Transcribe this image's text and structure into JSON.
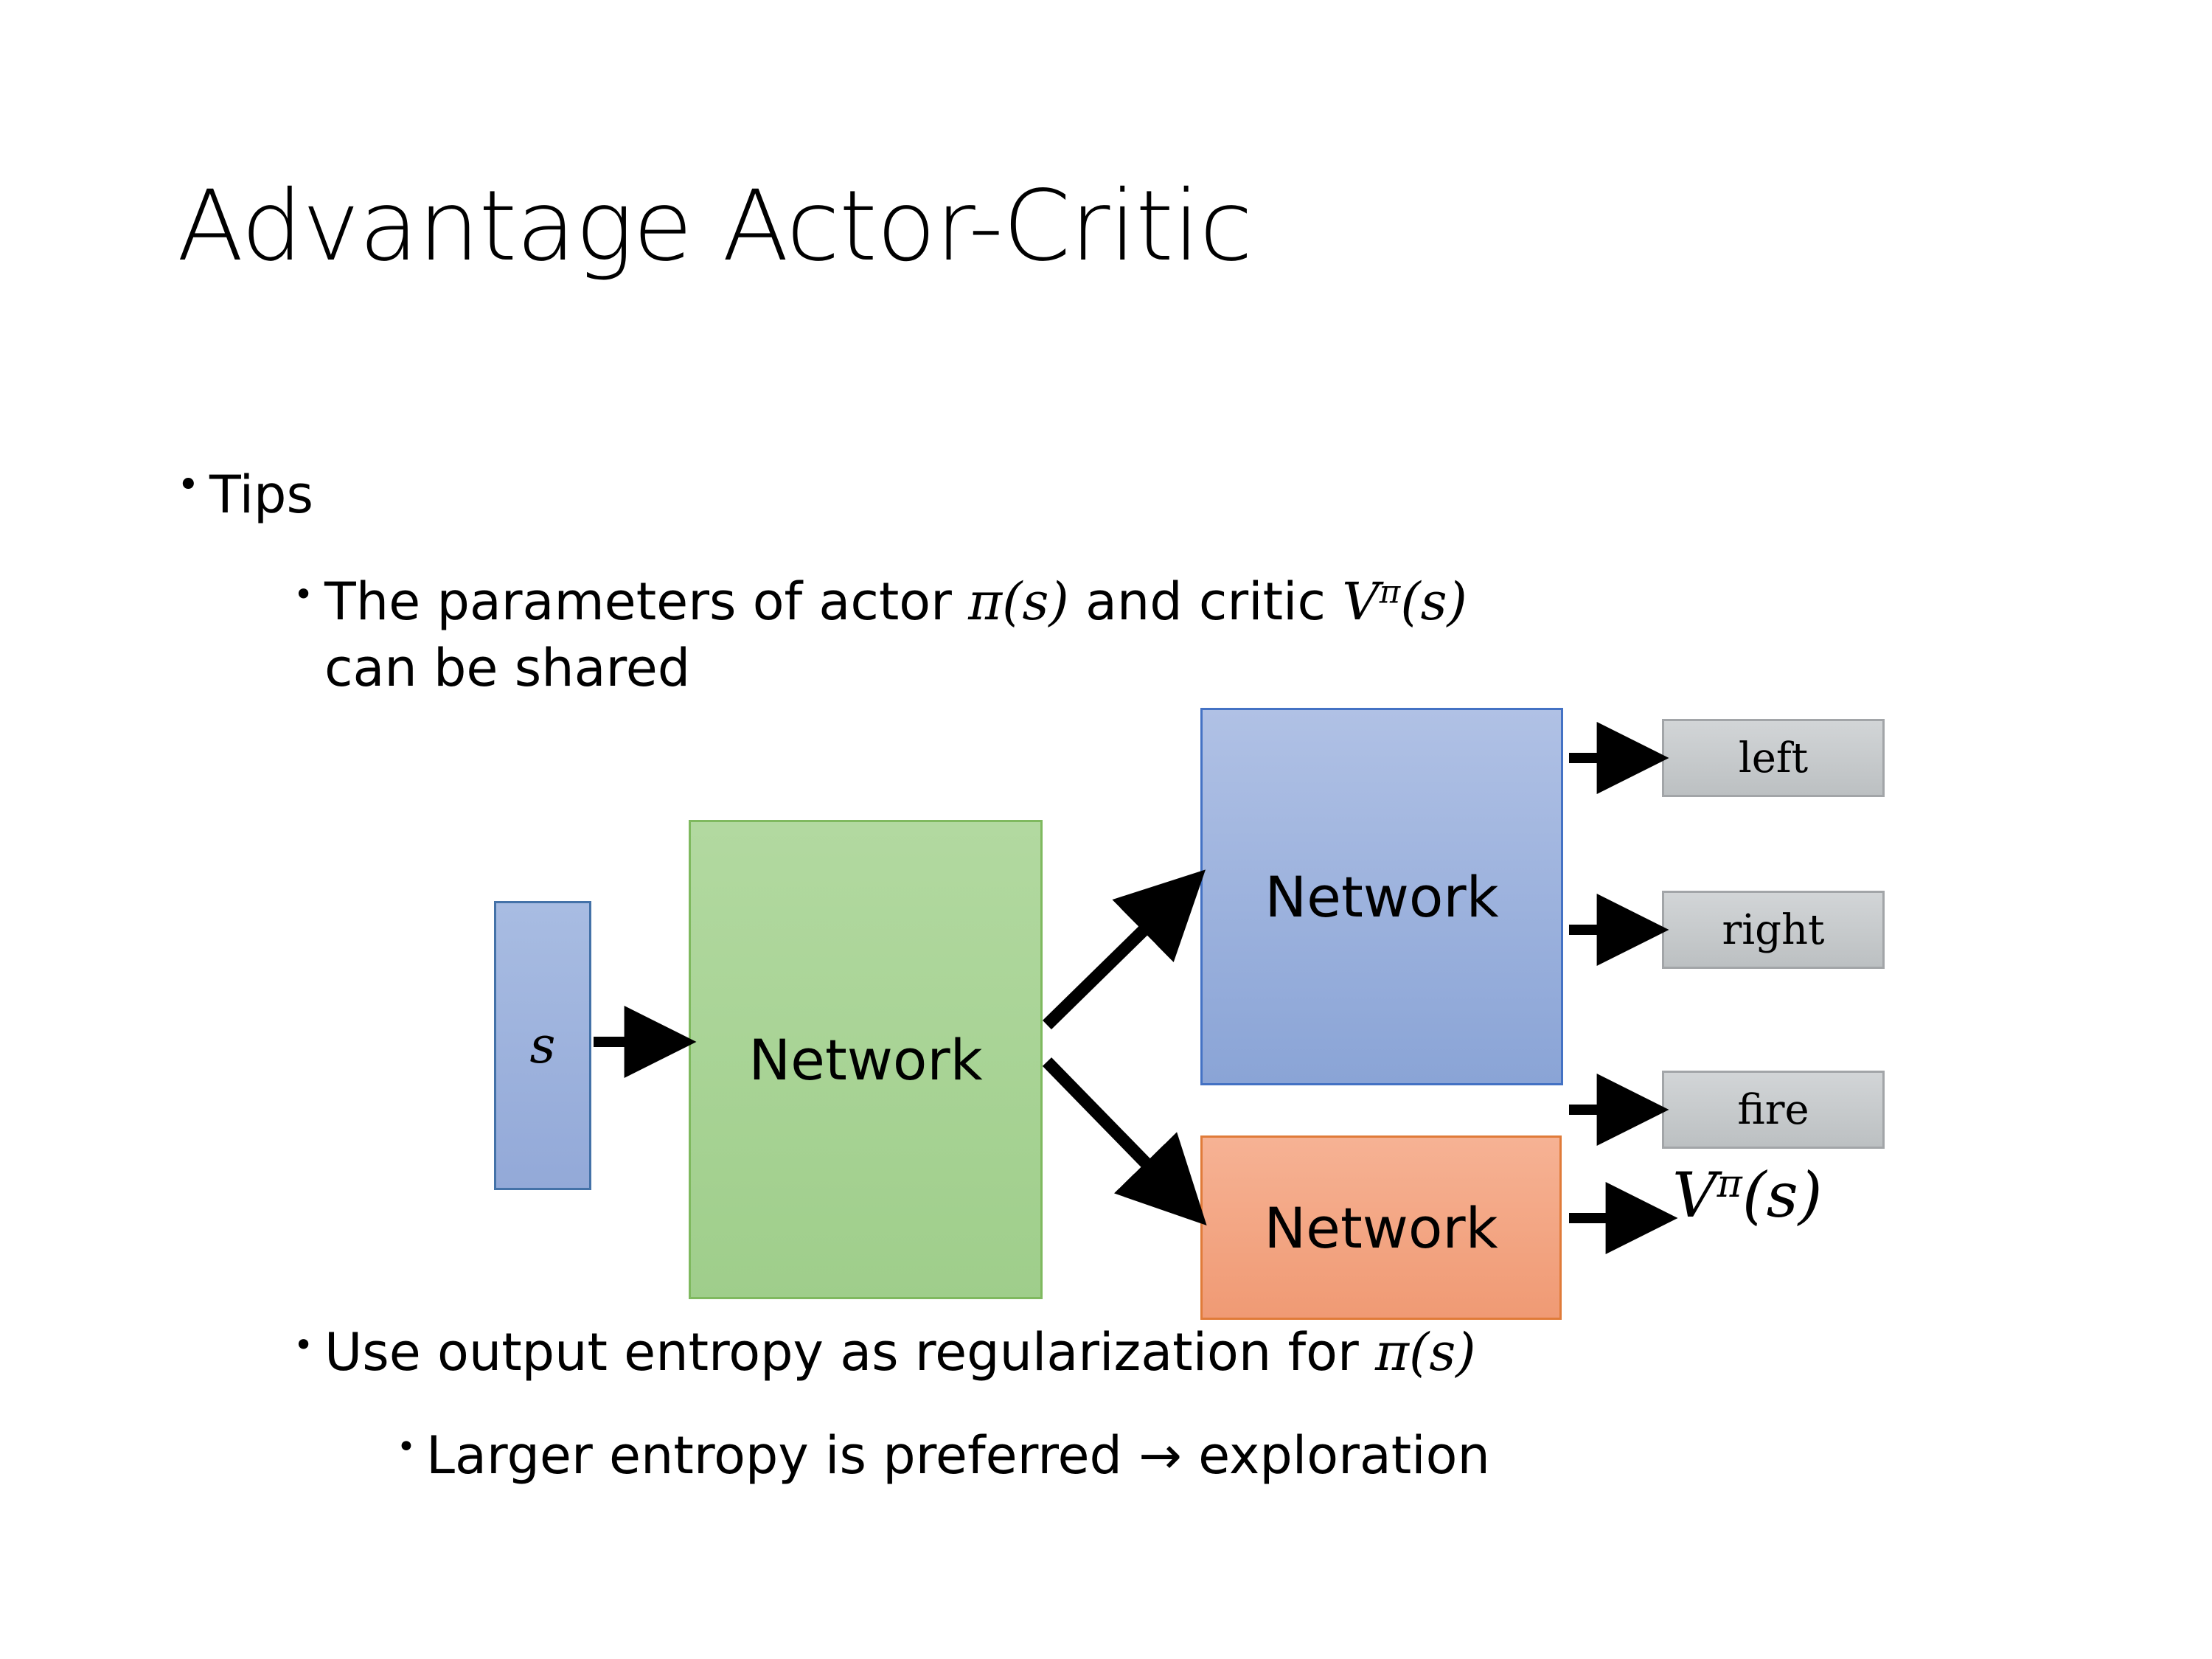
{
  "slide": {
    "title": "Advantage Actor-Critic",
    "background": "#ffffff"
  },
  "bullets": {
    "level1": {
      "marker": "•",
      "text": "Tips"
    },
    "level2_shared": {
      "marker": "•",
      "line1_part1": "The parameters of actor ",
      "math1": "π(s)",
      "line1_part2": "  and critic ",
      "math2_base": "V",
      "math2_sup": "π",
      "math2_arg": "(s)",
      "line2": "can be shared"
    },
    "level2_entropy": {
      "marker": "•",
      "text_part1": "Use output entropy as regularization for ",
      "math": "π(s)"
    },
    "level3_exploration": {
      "marker": "•",
      "text": "Larger entropy is preferred → exploration"
    }
  },
  "diagram": {
    "state_box": {
      "label": "s",
      "fill": "#9db3dc",
      "border": "#4472a8"
    },
    "shared_network": {
      "label": "Network",
      "fill": "#a8d08d",
      "border": "#7fb95f"
    },
    "actor_network": {
      "label": "Network",
      "fill": "#9cb3e0",
      "border": "#4472c4"
    },
    "critic_network": {
      "label": "Network",
      "fill": "#f4a582",
      "border": "#e07b39"
    },
    "actions": [
      {
        "label": "left",
        "fill": "#c9cccf",
        "border": "#a2a5a8"
      },
      {
        "label": "right",
        "fill": "#c9cccf",
        "border": "#a2a5a8"
      },
      {
        "label": "fire",
        "fill": "#c9cccf",
        "border": "#a2a5a8"
      }
    ],
    "value_output": {
      "base": "V",
      "sup": "π",
      "arg": "(s)"
    },
    "arrow_color": "#000000"
  }
}
